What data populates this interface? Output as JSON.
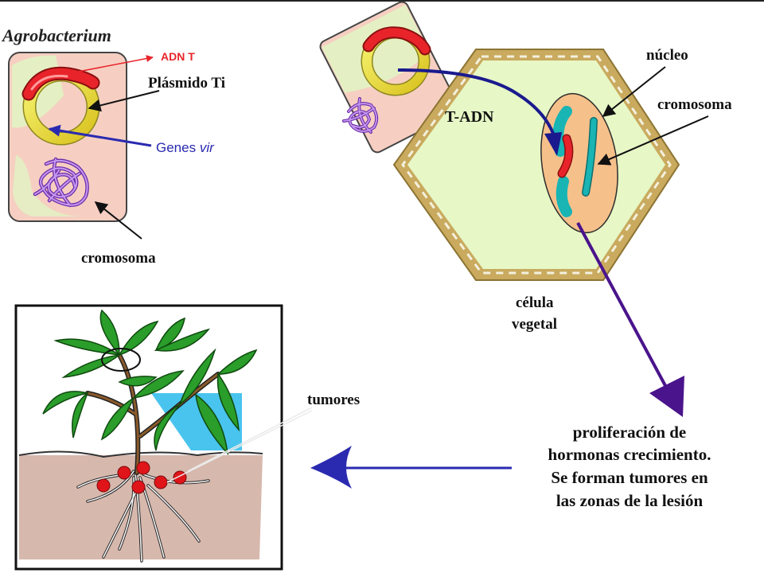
{
  "bacterium": {
    "title": "Agrobacterium",
    "adn_t": "ADN  T",
    "plasmid": "Plásmido Ti",
    "genes_vir_prefix": "Genes ",
    "genes_vir_italic": "vir",
    "chromosome": "cromosoma"
  },
  "plant_cell": {
    "t_adn": "T-ADN",
    "nucleus": "núcleo",
    "chromosome": "cromosoma",
    "cell_line1": "célula",
    "cell_line2": "vegetal"
  },
  "result_text": [
    "proliferación de",
    "hormonas crecimiento.",
    "Se forman tumores en",
    "las zonas de la lesión"
  ],
  "plant": {
    "tumors": "tumores"
  },
  "colors": {
    "bacterium_fill": "#f6cfc2",
    "bacterium_highlight": "#e2f3c3",
    "plasmid_yellow": "#f4f047",
    "plasmid_red": "#e8242a",
    "chromosome_purple": "#a860e0",
    "cell_wall": "#c9aa5e",
    "cell_cytoplasm": "#e7f7c6",
    "nucleus": "#f6c08a",
    "chromosome_teal": "#19b4b4",
    "arrow_blue": "#1a1a8e",
    "arrow_purple": "#4a148c",
    "soil": "#d7b8ad",
    "water": "#49c4ee",
    "leaf_green": "#2a9d2a",
    "tumor_red": "#e0151a"
  }
}
